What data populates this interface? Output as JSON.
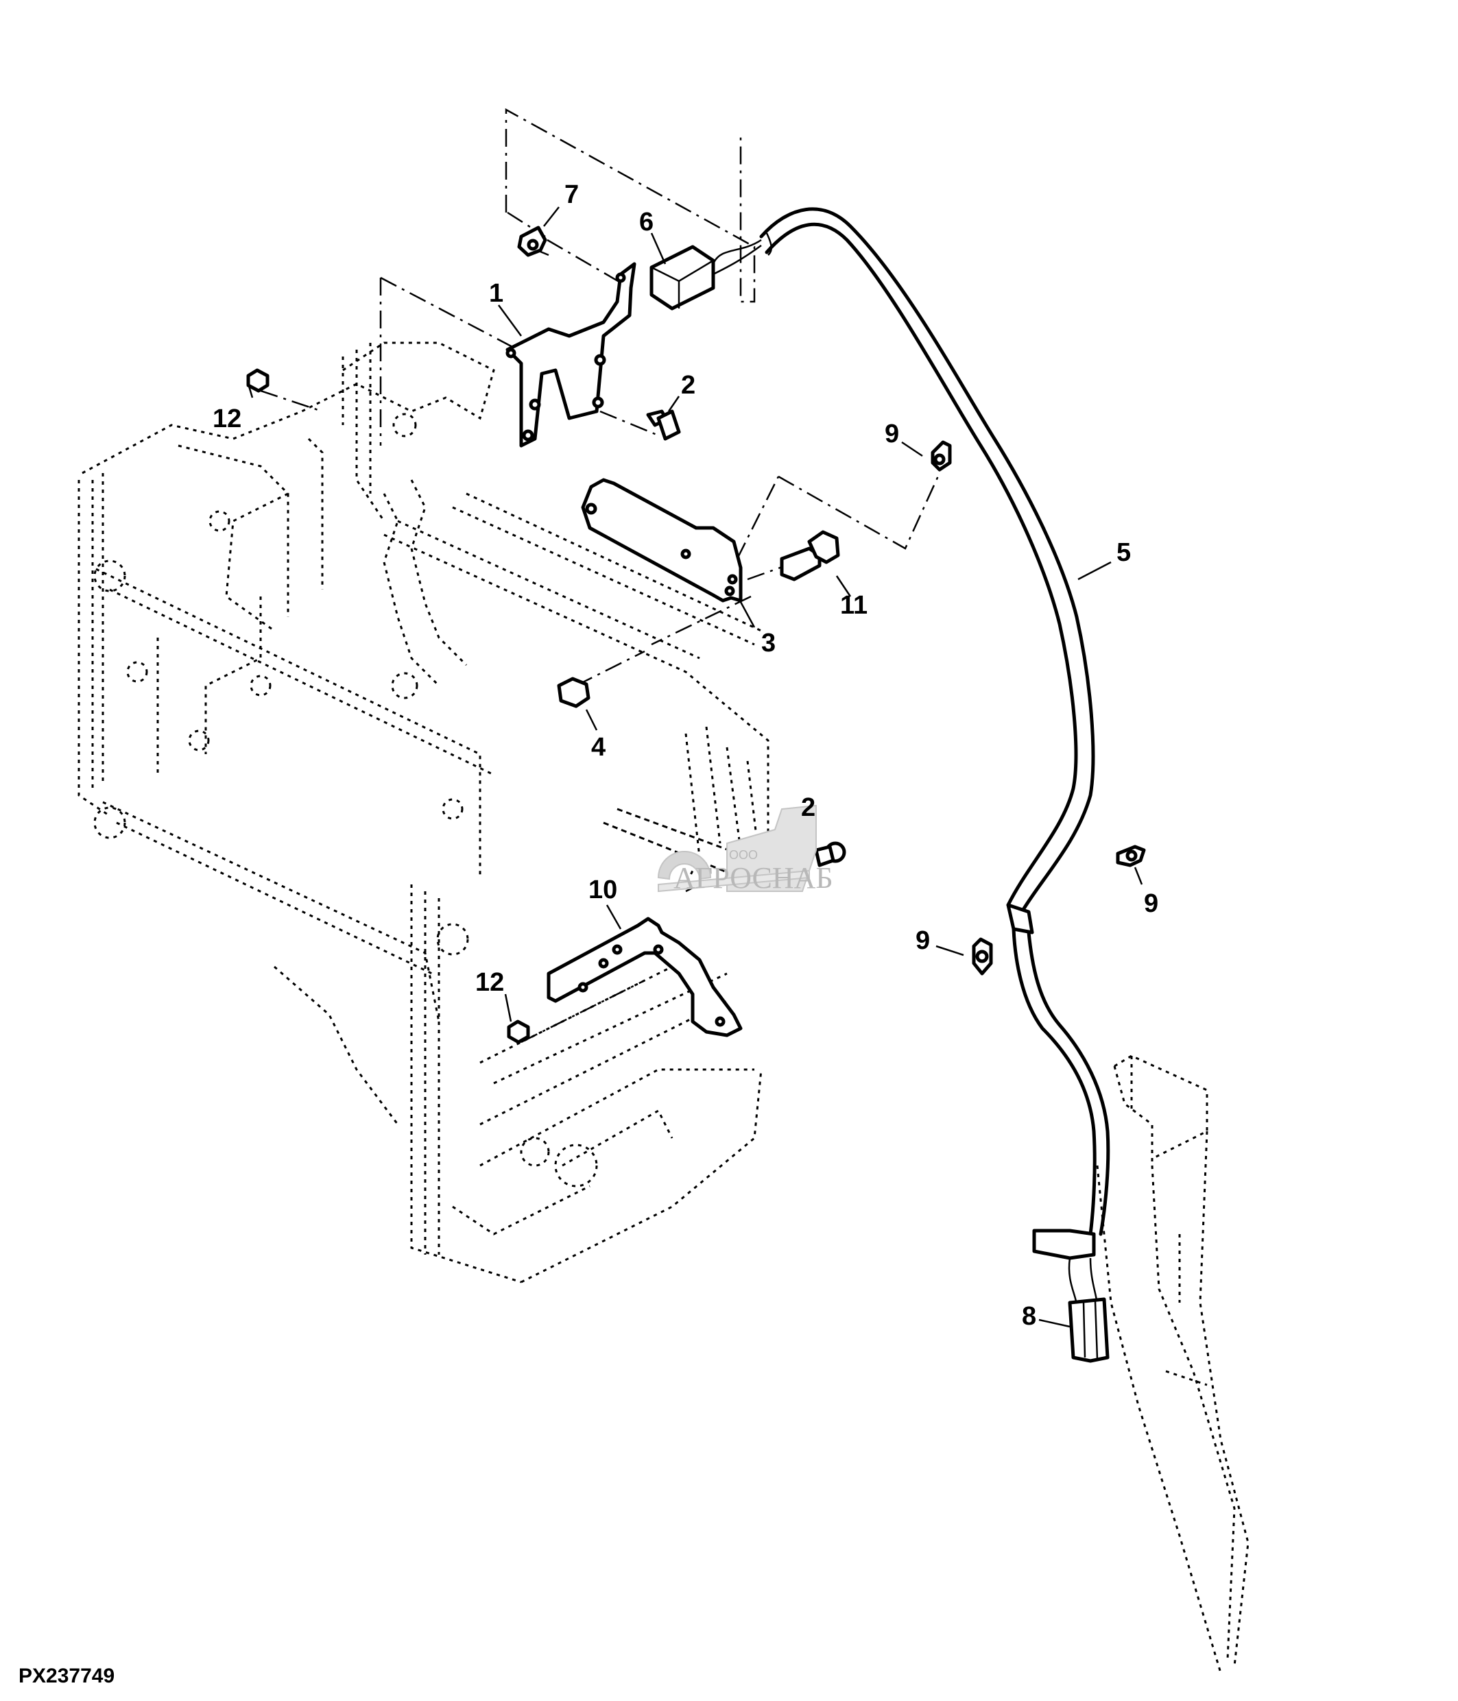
{
  "figure": {
    "id_label": "PX237749",
    "type": "exploded parts diagram"
  },
  "callouts": [
    {
      "number": "1",
      "part": "mounting bracket (upper)"
    },
    {
      "number": "2",
      "part": "flange bolt (upper)"
    },
    {
      "number": "2",
      "part": "flange bolt (lower)"
    },
    {
      "number": "3",
      "part": "support strap bracket"
    },
    {
      "number": "4",
      "part": "hex nut"
    },
    {
      "number": "5",
      "part": "wiring harness"
    },
    {
      "number": "6",
      "part": "connector"
    },
    {
      "number": "7",
      "part": "clip / retainer"
    },
    {
      "number": "8",
      "part": "connector (lower)"
    },
    {
      "number": "9",
      "part": "cable clamp (upper)"
    },
    {
      "number": "9",
      "part": "cable clamp (right)"
    },
    {
      "number": "9",
      "part": "cable clamp (left)"
    },
    {
      "number": "10",
      "part": "L bracket"
    },
    {
      "number": "11",
      "part": "cap screw"
    },
    {
      "number": "12",
      "part": "nut (upper)"
    },
    {
      "number": "12",
      "part": "nut (lower)"
    }
  ],
  "watermark": {
    "prefix": "ООО",
    "brand": "АГРОСНАБ",
    "color": "#b8b8b8"
  }
}
